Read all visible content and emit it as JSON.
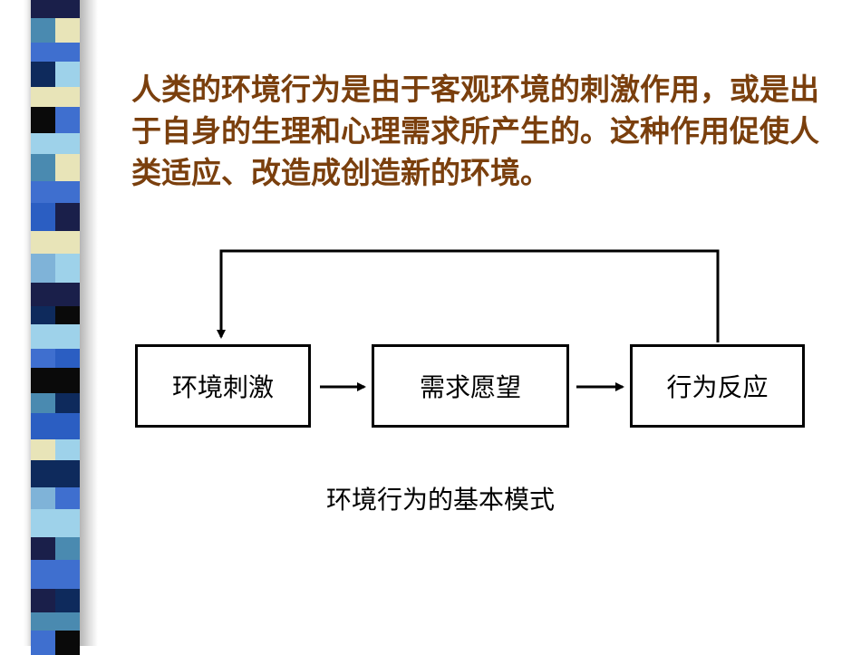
{
  "intro_text": "人类的环境行为是由于客观环境的刺激作用，或是出于自身的生理和心理需求所产生的。这种作用促使人类适应、改造成创造新的环境。",
  "diagram": {
    "boxes": [
      {
        "label": "环境刺激"
      },
      {
        "label": "需求愿望"
      },
      {
        "label": "行为反应"
      }
    ],
    "caption": "环境行为的基本模式"
  },
  "colors": {
    "intro_text": "#7a3f0d",
    "stripe_palette": [
      "#1a1f4a",
      "#4a8ab0",
      "#0e2a5c",
      "#3f6fcf",
      "#e8e4b8",
      "#0a0a0a",
      "#9ed2ea",
      "#2b5ec2",
      "#7fb3d8"
    ]
  }
}
